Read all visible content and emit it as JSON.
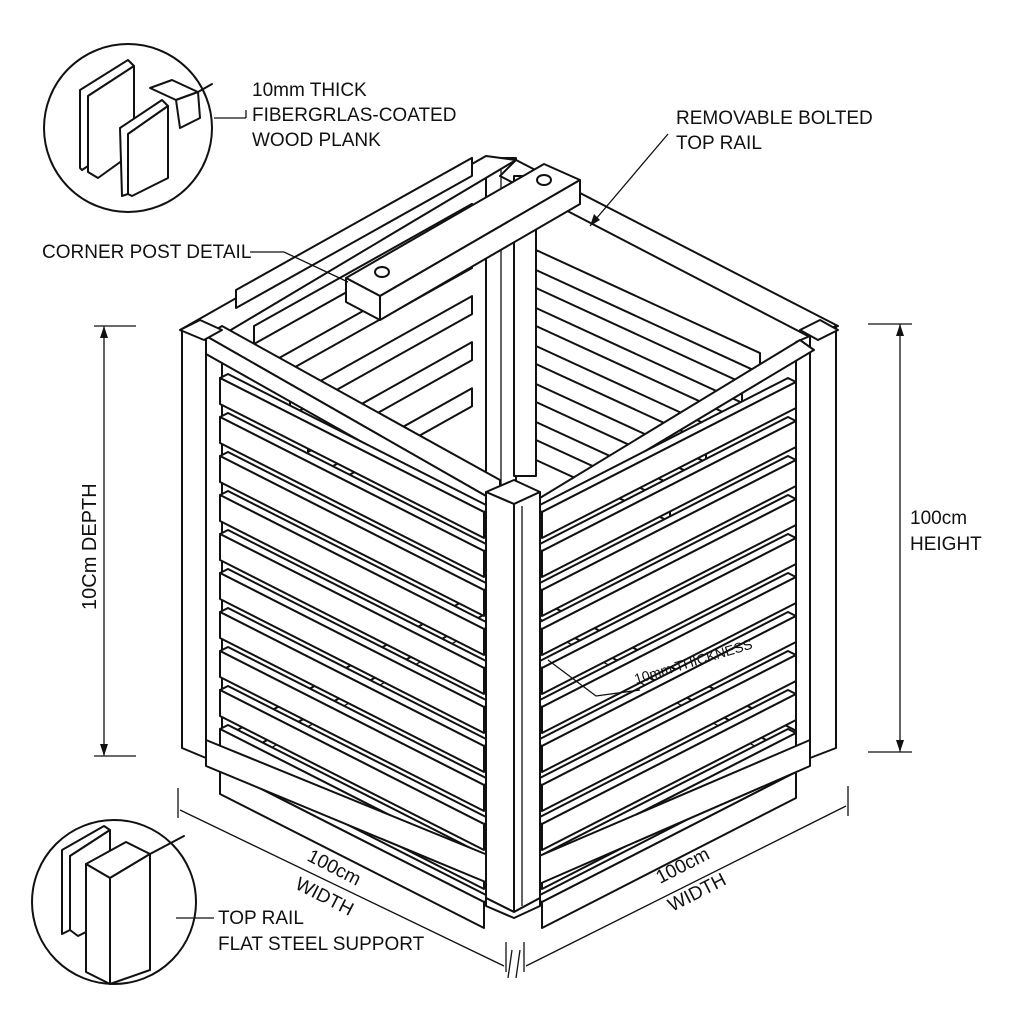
{
  "labels": {
    "plank_line1": "10mm THICK",
    "plank_line2": "FIBERGRLAS-COATED",
    "plank_line3": "WOOD PLANK",
    "top_rail_line1": "REMOVABLE BOLTED",
    "top_rail_line2": "TOP RAIL",
    "corner_post": "CORNER POST DETAIL",
    "depth": "10Cm DEPTH",
    "height_line1": "100cm",
    "height_line2": "HEIGHT",
    "thickness": "10mm THICKNESS",
    "width_left_line1": "100cm",
    "width_left_line2": "WIDTH",
    "width_right_line1": "100cm",
    "width_right_line2": "WIDTH",
    "support_line1": "TOP RAIL",
    "support_line2": "FLAT STEEL SUPPORT"
  },
  "colors": {
    "ink": "#111111",
    "paper": "#ffffff"
  }
}
